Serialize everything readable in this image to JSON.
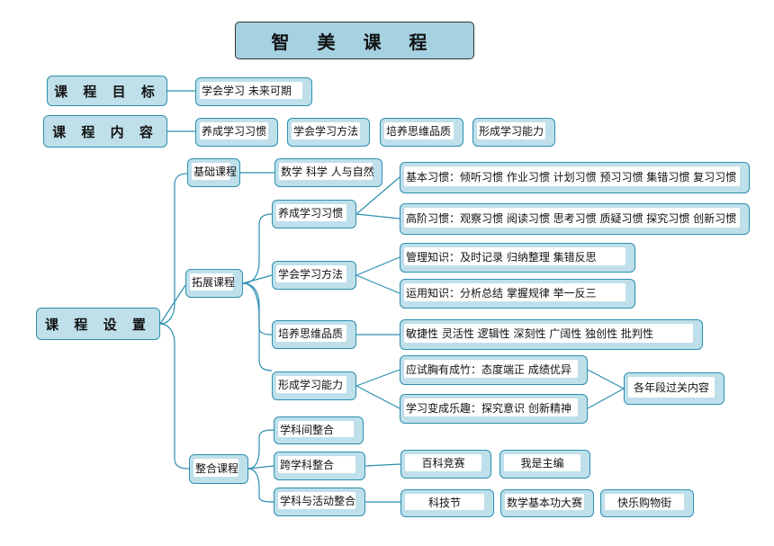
{
  "title": "智 美 课 程",
  "goal": {
    "label": "课 程 目 标",
    "items": [
      "学会学习  未来可期"
    ]
  },
  "content": {
    "label": "课 程 内 容",
    "items": [
      "养成学习习惯",
      "学会学习方法",
      "培养思维品质",
      "形成学习能力"
    ]
  },
  "setup": {
    "label": "课 程 设 置",
    "basic": {
      "label": "基础课程",
      "items": [
        "数学  科学  人与自然"
      ]
    },
    "extend": {
      "label": "拓展课程",
      "habit": {
        "label": "养成学习习惯",
        "basic": "基本习惯：倾听习惯  作业习惯  计划习惯  预习习惯  集错习惯  复习习惯",
        "advanced": "高阶习惯：观察习惯  阅读习惯  思考习惯  质疑习惯  探究习惯    创新习惯"
      },
      "method": {
        "label": "学会学习方法",
        "manage": "管理知识：及时记录    归纳整理    集错反思",
        "apply": "运用知识：分析总结    掌握规律    举一反三"
      },
      "thinking": {
        "label": "培养思维品质",
        "items": "敏捷性    灵活性    逻辑性    深刻性    广阔性    独创性    批判性"
      },
      "ability": {
        "label": "形成学习能力",
        "exam": "应试胸有成竹：态度端正  成绩优异",
        "fun": "学习变成乐趣：探究意识  创新精神",
        "grade": "各年段过关内容"
      }
    },
    "integrate": {
      "label": "整合课程",
      "inter": "学科间整合",
      "cross": {
        "label": "跨学科整合",
        "items": [
          "百科竞赛",
          "我是主编"
        ]
      },
      "activity": {
        "label": "学科与活动整合",
        "items": [
          "科技节",
          "数学基本功大赛",
          "快乐购物街"
        ]
      }
    }
  }
}
